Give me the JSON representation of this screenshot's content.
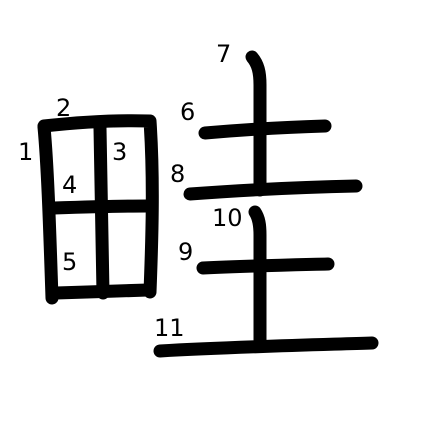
{
  "character": "畦",
  "stroke_numbers": [
    "1",
    "2",
    "3",
    "4",
    "5",
    "6",
    "7",
    "8",
    "9",
    "10",
    "11"
  ],
  "colors": {
    "background": "#ffffff",
    "ink": "#000000"
  }
}
